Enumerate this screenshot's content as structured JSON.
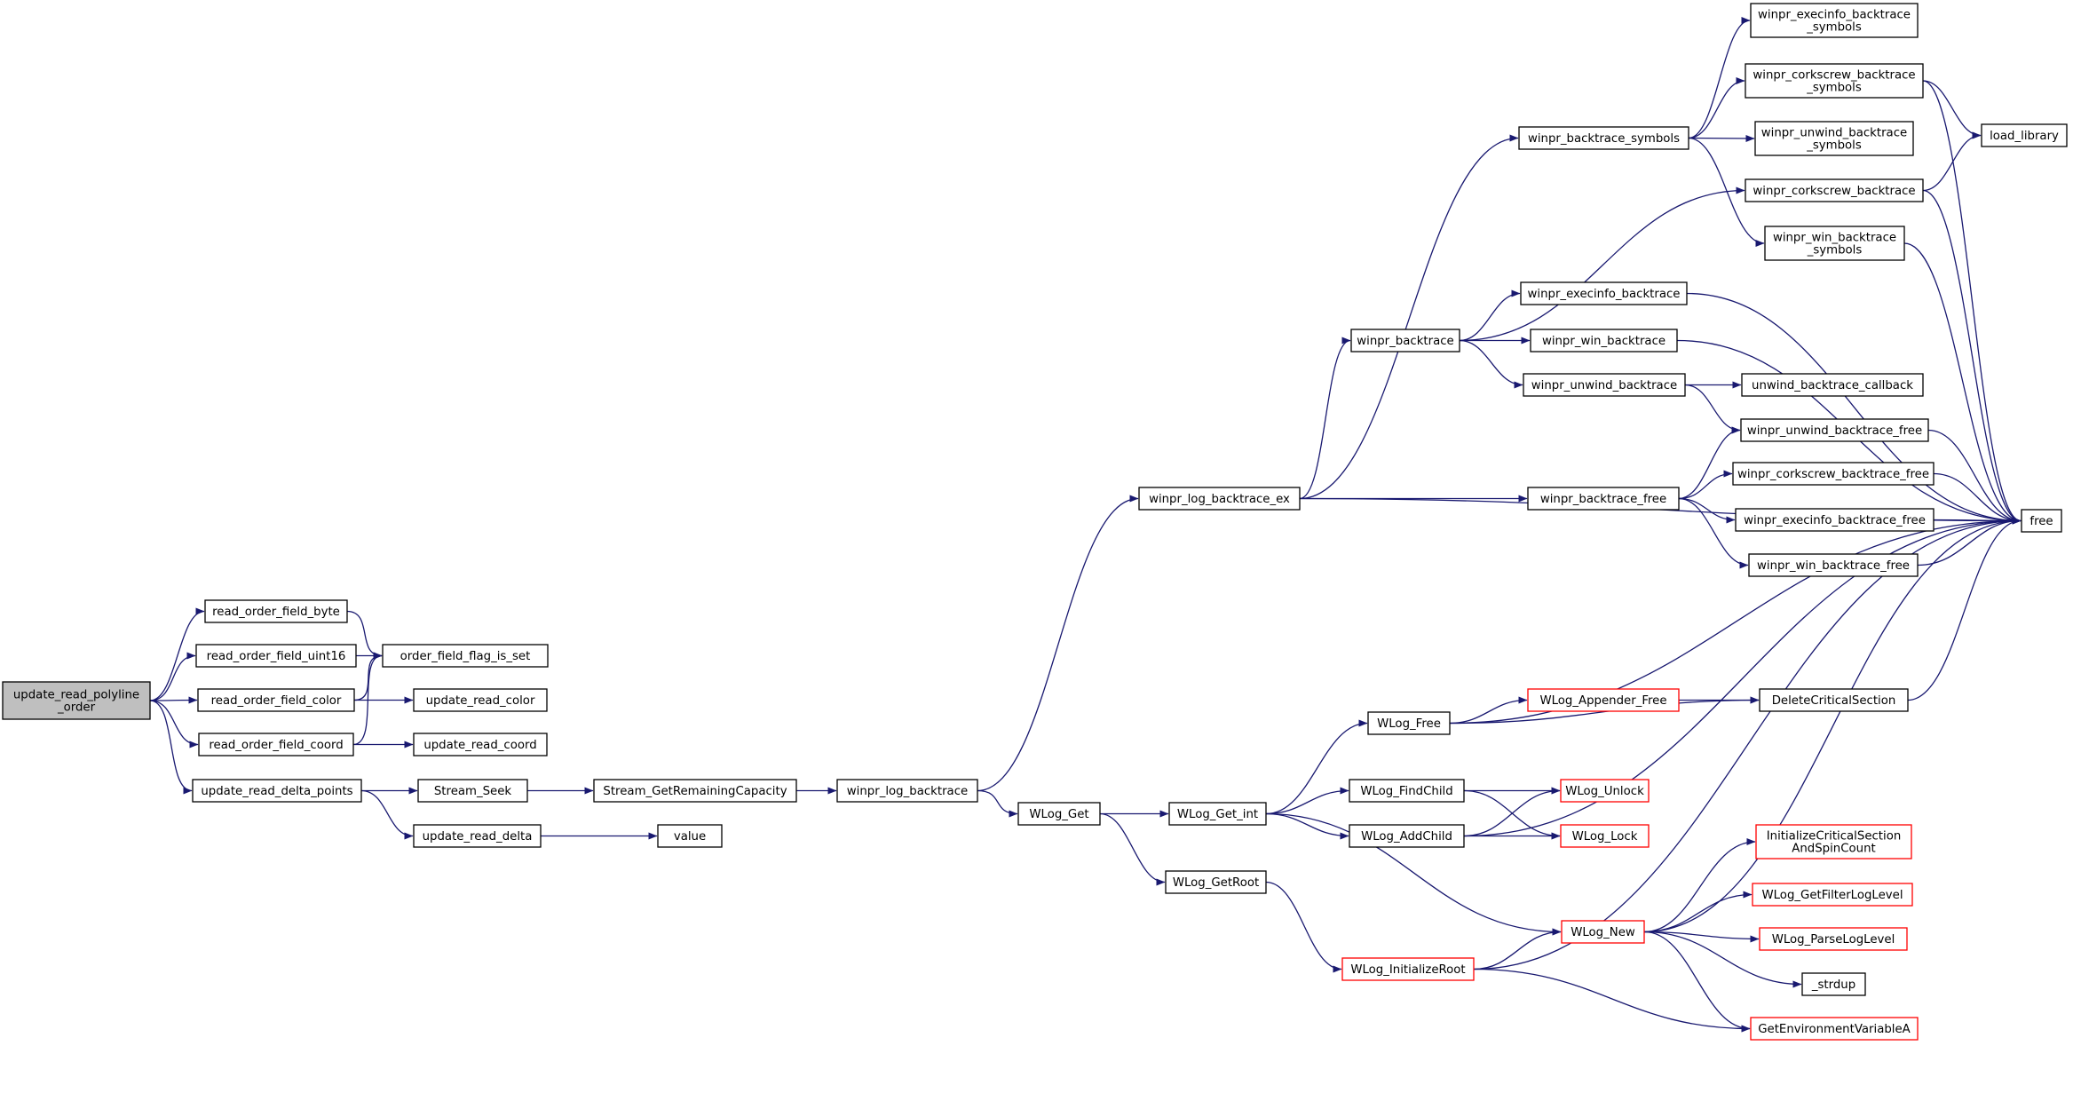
{
  "colors": {
    "edge": "#191970",
    "node_border": "#000000",
    "node_border_truncated": "#ff0000",
    "node_fill": "#ffffff",
    "root_fill": "#bfbfbf",
    "text": "#000000"
  },
  "nodes": [
    {
      "id": "root",
      "lines": [
        "update_read_polyline",
        "_order"
      ],
      "root": true
    },
    {
      "id": "rofb",
      "lines": [
        "read_order_field_byte"
      ]
    },
    {
      "id": "rofu",
      "lines": [
        "read_order_field_uint16"
      ]
    },
    {
      "id": "rofcol",
      "lines": [
        "read_order_field_color"
      ]
    },
    {
      "id": "rofcoord",
      "lines": [
        "read_order_field_coord"
      ]
    },
    {
      "id": "urdp",
      "lines": [
        "update_read_delta_points"
      ]
    },
    {
      "id": "offis",
      "lines": [
        "order_field_flag_is_set"
      ]
    },
    {
      "id": "urcolor",
      "lines": [
        "update_read_color"
      ]
    },
    {
      "id": "urcoord",
      "lines": [
        "update_read_coord"
      ]
    },
    {
      "id": "sseek",
      "lines": [
        "Stream_Seek"
      ]
    },
    {
      "id": "urdelta",
      "lines": [
        "update_read_delta"
      ]
    },
    {
      "id": "sgrc",
      "lines": [
        "Stream_GetRemainingCapacity"
      ]
    },
    {
      "id": "value",
      "lines": [
        "value"
      ]
    },
    {
      "id": "wlb",
      "lines": [
        "winpr_log_backtrace"
      ]
    },
    {
      "id": "wlbex",
      "lines": [
        "winpr_log_backtrace_ex"
      ]
    },
    {
      "id": "wlget",
      "lines": [
        "WLog_Get"
      ]
    },
    {
      "id": "wbt",
      "lines": [
        "winpr_backtrace"
      ]
    },
    {
      "id": "wlgetint",
      "lines": [
        "WLog_Get_int"
      ]
    },
    {
      "id": "wlgetroot",
      "lines": [
        "WLog_GetRoot"
      ]
    },
    {
      "id": "wbs",
      "lines": [
        "winpr_backtrace_symbols"
      ]
    },
    {
      "id": "wbfree",
      "lines": [
        "winpr_backtrace_free"
      ]
    },
    {
      "id": "wexecbt",
      "lines": [
        "winpr_execinfo_backtrace"
      ]
    },
    {
      "id": "wwinbt",
      "lines": [
        "winpr_win_backtrace"
      ]
    },
    {
      "id": "wunwbt",
      "lines": [
        "winpr_unwind_backtrace"
      ]
    },
    {
      "id": "wlfree",
      "lines": [
        "WLog_Free"
      ]
    },
    {
      "id": "wlfind",
      "lines": [
        "WLog_FindChild"
      ]
    },
    {
      "id": "wladd",
      "lines": [
        "WLog_AddChild"
      ]
    },
    {
      "id": "wlinit",
      "lines": [
        "WLog_InitializeRoot"
      ],
      "truncated": true
    },
    {
      "id": "wlappfree",
      "lines": [
        "WLog_Appender_Free"
      ],
      "truncated": true
    },
    {
      "id": "wlnew",
      "lines": [
        "WLog_New"
      ],
      "truncated": true
    },
    {
      "id": "wlunlock",
      "lines": [
        "WLog_Unlock"
      ],
      "truncated": true
    },
    {
      "id": "wllock",
      "lines": [
        "WLog_Lock"
      ],
      "truncated": true
    },
    {
      "id": "wexecsym",
      "lines": [
        "winpr_execinfo_backtrace",
        "_symbols"
      ]
    },
    {
      "id": "wcorksym",
      "lines": [
        "winpr_corkscrew_backtrace",
        "_symbols"
      ]
    },
    {
      "id": "wunwsym",
      "lines": [
        "winpr_unwind_backtrace",
        "_symbols"
      ]
    },
    {
      "id": "wcorkbt",
      "lines": [
        "winpr_corkscrew_backtrace"
      ]
    },
    {
      "id": "wwinsym",
      "lines": [
        "winpr_win_backtrace",
        "_symbols"
      ]
    },
    {
      "id": "unwcb",
      "lines": [
        "unwind_backtrace_callback"
      ]
    },
    {
      "id": "wunwfree",
      "lines": [
        "winpr_unwind_backtrace_free"
      ]
    },
    {
      "id": "wcorkfree",
      "lines": [
        "winpr_corkscrew_backtrace_free"
      ]
    },
    {
      "id": "wexecfree",
      "lines": [
        "winpr_execinfo_backtrace_free"
      ]
    },
    {
      "id": "wwinfree",
      "lines": [
        "winpr_win_backtrace_free"
      ]
    },
    {
      "id": "delcs",
      "lines": [
        "DeleteCriticalSection"
      ]
    },
    {
      "id": "initcs",
      "lines": [
        "InitializeCriticalSection",
        "AndSpinCount"
      ],
      "truncated": true
    },
    {
      "id": "wlgfll",
      "lines": [
        "WLog_GetFilterLogLevel"
      ],
      "truncated": true
    },
    {
      "id": "wlpll",
      "lines": [
        "WLog_ParseLogLevel"
      ],
      "truncated": true
    },
    {
      "id": "strdup",
      "lines": [
        "_strdup"
      ]
    },
    {
      "id": "getenv",
      "lines": [
        "GetEnvironmentVariableA"
      ],
      "truncated": true
    },
    {
      "id": "loadlib",
      "lines": [
        "load_library"
      ]
    },
    {
      "id": "free",
      "lines": [
        "free"
      ]
    }
  ],
  "edges": [
    [
      "root",
      "rofb"
    ],
    [
      "root",
      "rofu"
    ],
    [
      "root",
      "rofcol"
    ],
    [
      "root",
      "rofcoord"
    ],
    [
      "root",
      "urdp"
    ],
    [
      "rofb",
      "offis"
    ],
    [
      "rofu",
      "offis"
    ],
    [
      "rofcol",
      "offis"
    ],
    [
      "rofcol",
      "urcolor"
    ],
    [
      "rofcoord",
      "offis"
    ],
    [
      "rofcoord",
      "urcoord"
    ],
    [
      "urdp",
      "sseek"
    ],
    [
      "urdp",
      "urdelta"
    ],
    [
      "urdelta",
      "value"
    ],
    [
      "sseek",
      "sgrc"
    ],
    [
      "sgrc",
      "wlb"
    ],
    [
      "wlb",
      "wlbex"
    ],
    [
      "wlb",
      "wlget"
    ],
    [
      "wlbex",
      "wbs"
    ],
    [
      "wlbex",
      "wbt"
    ],
    [
      "wlbex",
      "wbfree"
    ],
    [
      "wlbex",
      "free"
    ],
    [
      "wbs",
      "wexecsym"
    ],
    [
      "wbs",
      "wcorksym"
    ],
    [
      "wbs",
      "wunwsym"
    ],
    [
      "wbs",
      "wwinsym"
    ],
    [
      "wcorksym",
      "loadlib"
    ],
    [
      "wcorksym",
      "free"
    ],
    [
      "wbt",
      "wcorkbt"
    ],
    [
      "wbt",
      "wexecbt"
    ],
    [
      "wbt",
      "wwinbt"
    ],
    [
      "wbt",
      "wunwbt"
    ],
    [
      "wcorkbt",
      "loadlib"
    ],
    [
      "wcorkbt",
      "free"
    ],
    [
      "wwinsym",
      "free"
    ],
    [
      "wexecbt",
      "free"
    ],
    [
      "wwinbt",
      "free"
    ],
    [
      "wunwbt",
      "unwcb"
    ],
    [
      "wunwbt",
      "wunwfree"
    ],
    [
      "wbfree",
      "wunwfree"
    ],
    [
      "wbfree",
      "wcorkfree"
    ],
    [
      "wbfree",
      "wexecfree"
    ],
    [
      "wbfree",
      "wwinfree"
    ],
    [
      "wunwfree",
      "free"
    ],
    [
      "wcorkfree",
      "free"
    ],
    [
      "wexecfree",
      "free"
    ],
    [
      "wwinfree",
      "free"
    ],
    [
      "wlget",
      "wlgetint"
    ],
    [
      "wlget",
      "wlgetroot"
    ],
    [
      "wlgetint",
      "wlfree"
    ],
    [
      "wlgetint",
      "wlfind"
    ],
    [
      "wlgetint",
      "wladd"
    ],
    [
      "wlgetint",
      "wlnew"
    ],
    [
      "wlfree",
      "free"
    ],
    [
      "wlfree",
      "wlappfree"
    ],
    [
      "wlfree",
      "delcs"
    ],
    [
      "wlappfree",
      "delcs"
    ],
    [
      "delcs",
      "free"
    ],
    [
      "wlfind",
      "wlunlock"
    ],
    [
      "wlfind",
      "wllock"
    ],
    [
      "wladd",
      "wlunlock"
    ],
    [
      "wladd",
      "wllock"
    ],
    [
      "wladd",
      "free"
    ],
    [
      "wlgetroot",
      "wlinit"
    ],
    [
      "wlinit",
      "wlnew"
    ],
    [
      "wlinit",
      "getenv"
    ],
    [
      "wlinit",
      "free"
    ],
    [
      "wlnew",
      "free"
    ],
    [
      "wlnew",
      "initcs"
    ],
    [
      "wlnew",
      "wlgfll"
    ],
    [
      "wlnew",
      "wlpll"
    ],
    [
      "wlnew",
      "strdup"
    ],
    [
      "wlnew",
      "getenv"
    ]
  ]
}
